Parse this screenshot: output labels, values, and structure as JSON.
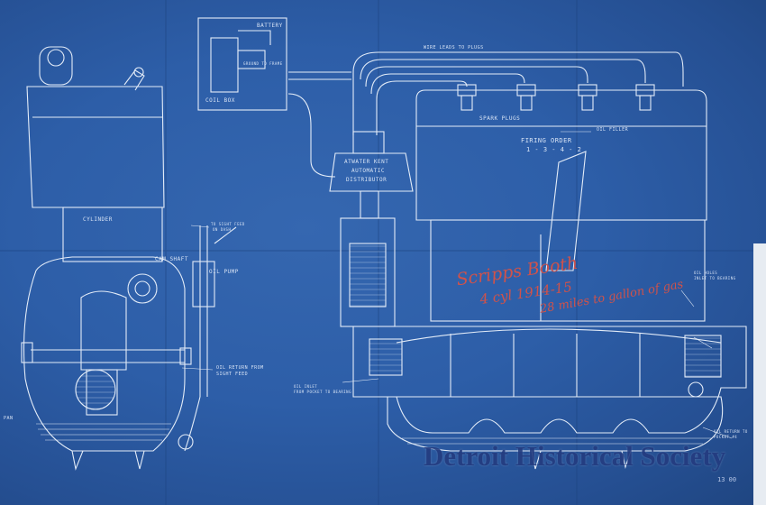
{
  "labels": {
    "battery": "BATTERY",
    "coil_box": "COIL BOX",
    "ground_to_frame": "GROUND TO FRAME",
    "wire_leads": "WIRE LEADS TO PLUGS",
    "spark_plugs": "SPARK PLUGS",
    "firing_order_title": "FIRING ORDER",
    "firing_order_value": "1 - 3 - 4 - 2",
    "oil_filler": "OIL FILLER",
    "distributor_line1": "ATWATER KENT",
    "distributor_line2": "AUTOMATIC",
    "distributor_line3": "DISTRIBUTOR",
    "cylinder": "CYLINDER",
    "to_sight_feed": "TO SIGHT FEED",
    "on_dash": "ON DASH",
    "cam_shaft": "CAM SHAFT",
    "oil_pump": "OIL PUMP",
    "oil_return_sight_feed_1": "OIL RETURN FROM",
    "oil_return_sight_feed_2": "SIGHT FEED",
    "oil_inlet_1": "OIL INLET",
    "oil_inlet_2": "FROM POCKET TO BEARING",
    "oil_holes_1": "OIL HOLES",
    "oil_holes_2": "INLET TO BEARING",
    "oil_return_pocket_1": "OIL RETURN TO",
    "oil_return_pocket_2": "POCKET #4",
    "pan": "PAN"
  },
  "handwriting": {
    "line1": "Scripps Booth",
    "line2": "4 cyl 1914-15",
    "line3": "28 miles to gallon of gas"
  },
  "watermark": "Detroit Historical Society",
  "stamp": "13 00"
}
